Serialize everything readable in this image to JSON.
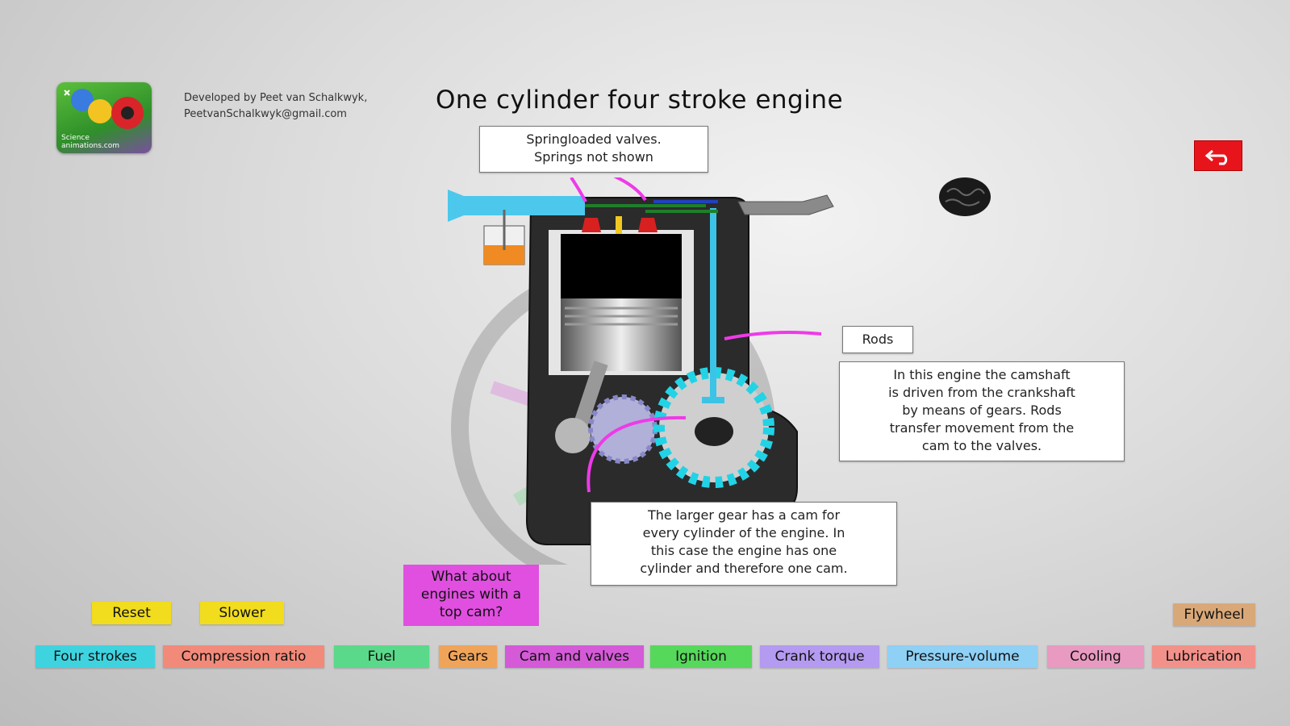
{
  "header": {
    "title": "One cylinder four stroke engine",
    "credit_line1": "Developed by  Peet van Schalkwyk,",
    "credit_line2": "PeetvanSchalkwyk@gmail.com",
    "logo_text_line1": "Science",
    "logo_text_line2": "animations.com"
  },
  "annotations": {
    "valves_line1": "Springloaded valves.",
    "valves_line2": "Springs not shown",
    "rods": "Rods",
    "camshaft_line1": "In this engine the camshaft",
    "camshaft_line2": "is driven from the crankshaft",
    "camshaft_line3": "by means of gears. Rods",
    "camshaft_line4": "transfer movement from the",
    "camshaft_line5": "cam to the valves.",
    "gear_line1": "The larger gear has a cam for",
    "gear_line2": "every cylinder of the engine. In",
    "gear_line3": "this case the engine has one",
    "gear_line4": "cylinder and therefore one cam."
  },
  "controls": {
    "reset": "Reset",
    "slower": "Slower",
    "top_cam_line1": "What about",
    "top_cam_line2": "engines with a",
    "top_cam_line3": "top cam?",
    "flywheel": "Flywheel"
  },
  "tabs": [
    {
      "label": "Four strokes",
      "color": "#3fd3e0"
    },
    {
      "label": "Compression ratio",
      "color": "#f28a7a"
    },
    {
      "label": "Fuel",
      "color": "#5bd98a"
    },
    {
      "label": "Gears",
      "color": "#f0a45a"
    },
    {
      "label": "Cam and valves",
      "color": "#d45ad8"
    },
    {
      "label": "Ignition",
      "color": "#56d85a"
    },
    {
      "label": "Crank torque",
      "color": "#b49af0"
    },
    {
      "label": "Pressure-volume",
      "color": "#8fd0f5"
    },
    {
      "label": "Cooling",
      "color": "#e89ac0"
    },
    {
      "label": "Lubrication",
      "color": "#f2918a"
    }
  ],
  "colors": {
    "back_button": "#e8141c",
    "highlight_arrows": "#ee3ae8",
    "gear": "#22d3e6",
    "flywheel_button": "#d9a878"
  },
  "icons": {
    "back": "back-arrow-icon",
    "smoke": "exhaust-smoke-icon"
  }
}
